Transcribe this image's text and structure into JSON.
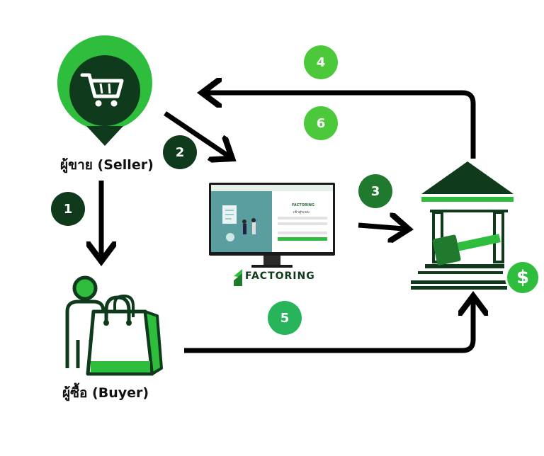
{
  "seller": {
    "label": "ผู้ขาย (Seller)"
  },
  "buyer": {
    "label": "ผู้ซื้อ (Buyer)"
  },
  "platform": {
    "logo_text": "FACTORING",
    "screen_brand": "FACTORING",
    "screen_heading": "เข้าสู่ระบบ"
  },
  "steps": [
    {
      "label": "1",
      "color": "#0f3b1c"
    },
    {
      "label": "2",
      "color": "#0f3b1c"
    },
    {
      "label": "3",
      "color": "#1f7a2e"
    },
    {
      "label": "4",
      "color": "#4cc93a"
    },
    {
      "label": "5",
      "color": "#27b45a"
    },
    {
      "label": "6",
      "color": "#4cc93a"
    }
  ],
  "bank": {
    "currency_symbol": "$"
  },
  "colors": {
    "dark_green": "#0f3b1c",
    "bright_green": "#2ebd3c",
    "arrow": "#000000"
  }
}
